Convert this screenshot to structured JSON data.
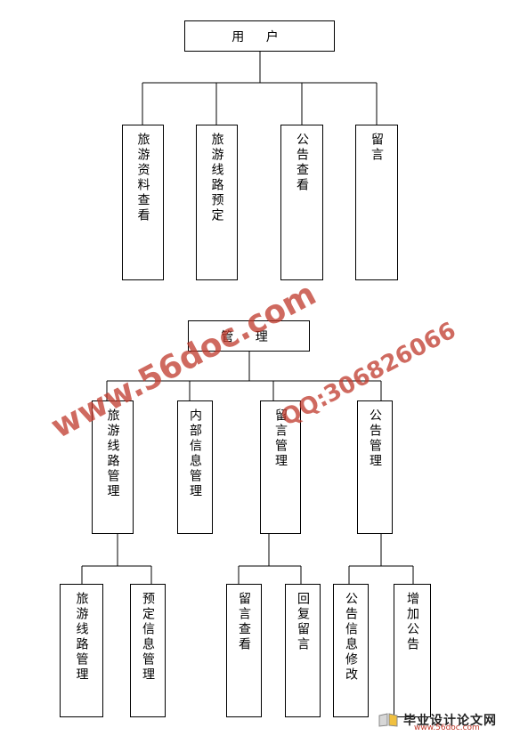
{
  "user": {
    "label": "用 户",
    "children": [
      "旅游资料查看",
      "旅游线路预定",
      "公告查看",
      "留言"
    ]
  },
  "admin": {
    "label": "管 理",
    "children": [
      "旅游线路管理",
      "内部信息管理",
      "留言管理",
      "公告管理"
    ],
    "route_children": [
      "旅游线路管理",
      "预定信息管理"
    ],
    "message_children": [
      "留言查看",
      "回复留言"
    ],
    "notice_children": [
      "公告信息修改",
      "增加公告"
    ]
  },
  "watermark": {
    "site": "www.56doc.com",
    "qq": "QQ:306826066"
  },
  "footer": {
    "title": "毕业设计论文网",
    "url": "www.56doc.com"
  }
}
